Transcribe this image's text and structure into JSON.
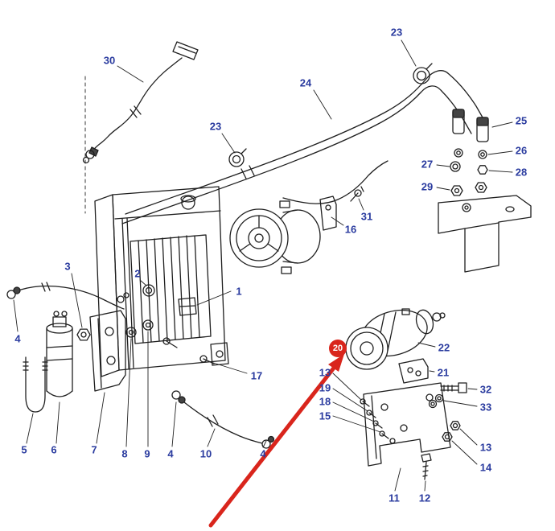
{
  "page": {
    "background": "#ffffff"
  },
  "palette": {
    "line_color": "#1f1f1f",
    "callout_color": "#2a3b9f",
    "highlight_color": "#d9251c",
    "badge_text_color": "#ffffff"
  },
  "callouts": [
    {
      "label": "30"
    },
    {
      "label": "23"
    },
    {
      "label": "24"
    },
    {
      "label": "23"
    },
    {
      "label": "25"
    },
    {
      "label": "26"
    },
    {
      "label": "27"
    },
    {
      "label": "28"
    },
    {
      "label": "29"
    },
    {
      "label": "31"
    },
    {
      "label": "16"
    },
    {
      "label": "1"
    },
    {
      "label": "2"
    },
    {
      "label": "3"
    },
    {
      "label": "4"
    },
    {
      "label": "17"
    },
    {
      "label": "22"
    },
    {
      "label": "21"
    },
    {
      "label": "13"
    },
    {
      "label": "19"
    },
    {
      "label": "18"
    },
    {
      "label": "15"
    },
    {
      "label": "32"
    },
    {
      "label": "33"
    },
    {
      "label": "13"
    },
    {
      "label": "14"
    },
    {
      "label": "5"
    },
    {
      "label": "6"
    },
    {
      "label": "7"
    },
    {
      "label": "8"
    },
    {
      "label": "9"
    },
    {
      "label": "4"
    },
    {
      "label": "10"
    },
    {
      "label": "4"
    },
    {
      "label": "11"
    },
    {
      "label": "12"
    }
  ],
  "highlight": {
    "label": "20"
  }
}
